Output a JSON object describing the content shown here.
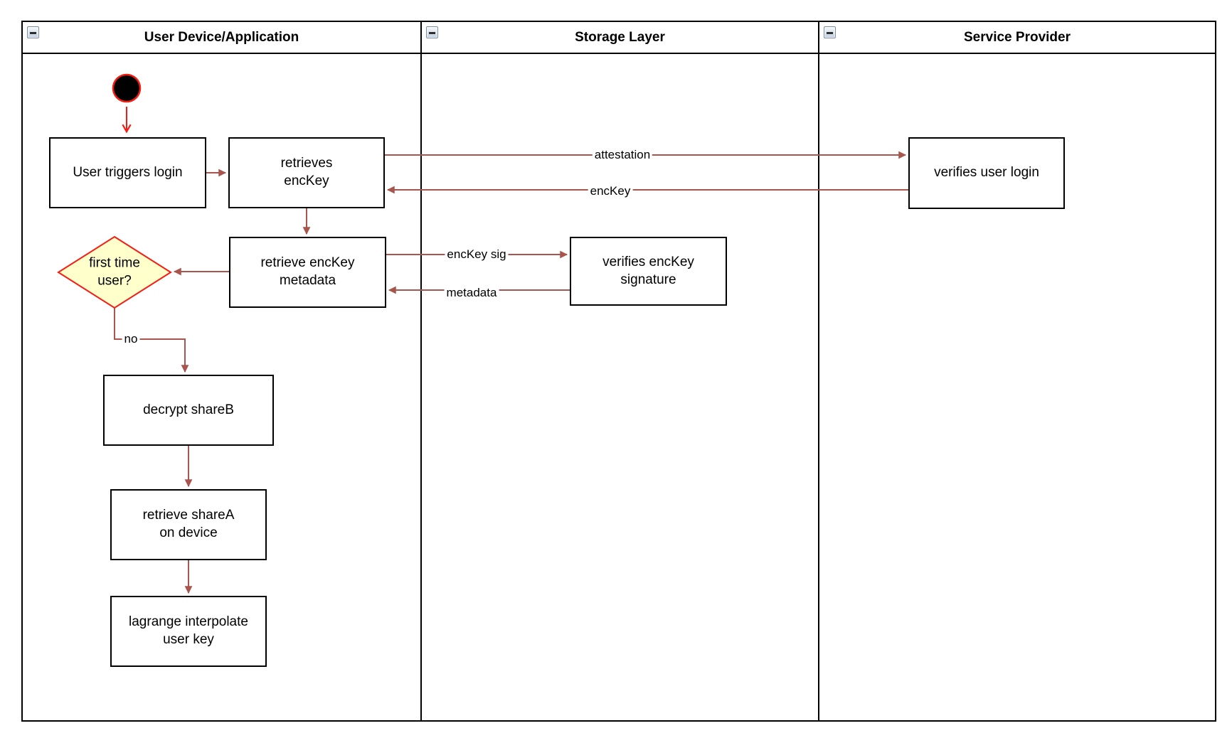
{
  "pool": {
    "lanes": [
      {
        "title": "User Device/Application"
      },
      {
        "title": "Storage Layer"
      },
      {
        "title": "Service Provider"
      }
    ]
  },
  "nodes": {
    "user_triggers_login": {
      "label": "User triggers login"
    },
    "retrieves_enckey": {
      "label": "retrieves\nencKey"
    },
    "verifies_user_login": {
      "label": "verifies user login"
    },
    "retrieve_enckey_metadata": {
      "label": "retrieve encKey\nmetadata"
    },
    "verifies_enckey_signature": {
      "label": "verifies encKey\nsignature"
    },
    "first_time_user": {
      "label": "first time\nuser?"
    },
    "decrypt_shareb": {
      "label": "decrypt shareB"
    },
    "retrieve_sharea": {
      "label": "retrieve shareA\non device"
    },
    "lagrange_interpolate": {
      "label": "lagrange interpolate\nuser key"
    }
  },
  "edge_labels": {
    "attestation": "attestation",
    "enckey": "encKey",
    "enckey_sig": "encKey sig",
    "metadata": "metadata",
    "no": "no"
  },
  "colors": {
    "connector": "#a8554e",
    "accent_red": "#f51c13",
    "decision_fill": "#ffffcc",
    "node_border": "#000000",
    "start_node_fill": "#000000"
  }
}
